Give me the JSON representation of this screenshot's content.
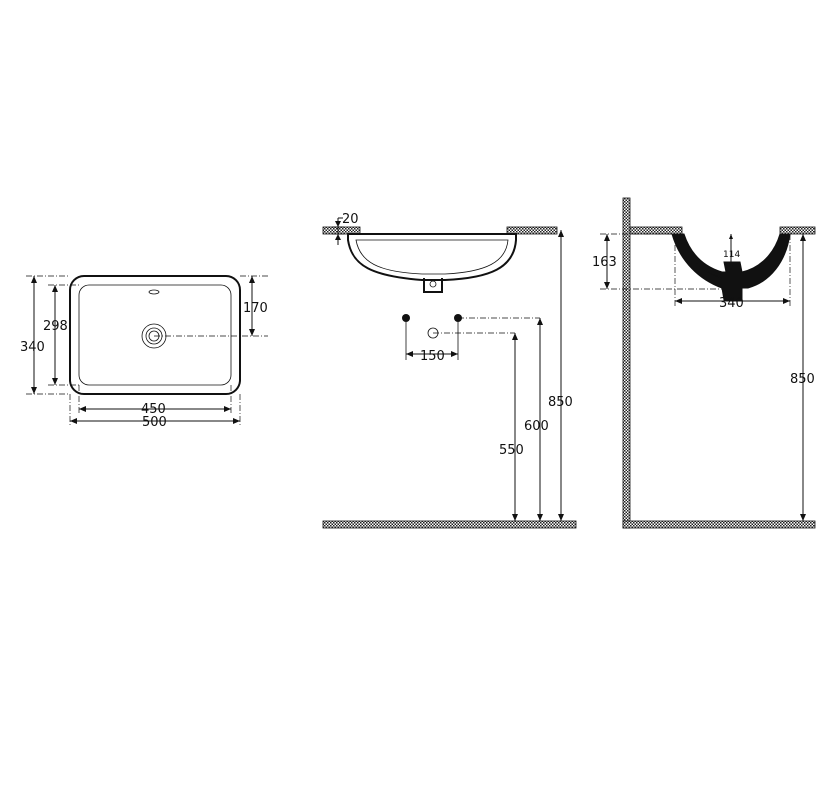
{
  "plan_view": {
    "width_outer": "500",
    "width_inner": "450",
    "depth_outer": "340",
    "depth_inner": "298",
    "drain_offset": "170"
  },
  "front_view": {
    "rim": "20",
    "tap_spacing": "150",
    "height_550": "550",
    "height_600": "600",
    "height_850": "850"
  },
  "side_view": {
    "bowl_depth": "163",
    "inner_depth": "114",
    "bowl_width": "340",
    "height_850": "850"
  }
}
